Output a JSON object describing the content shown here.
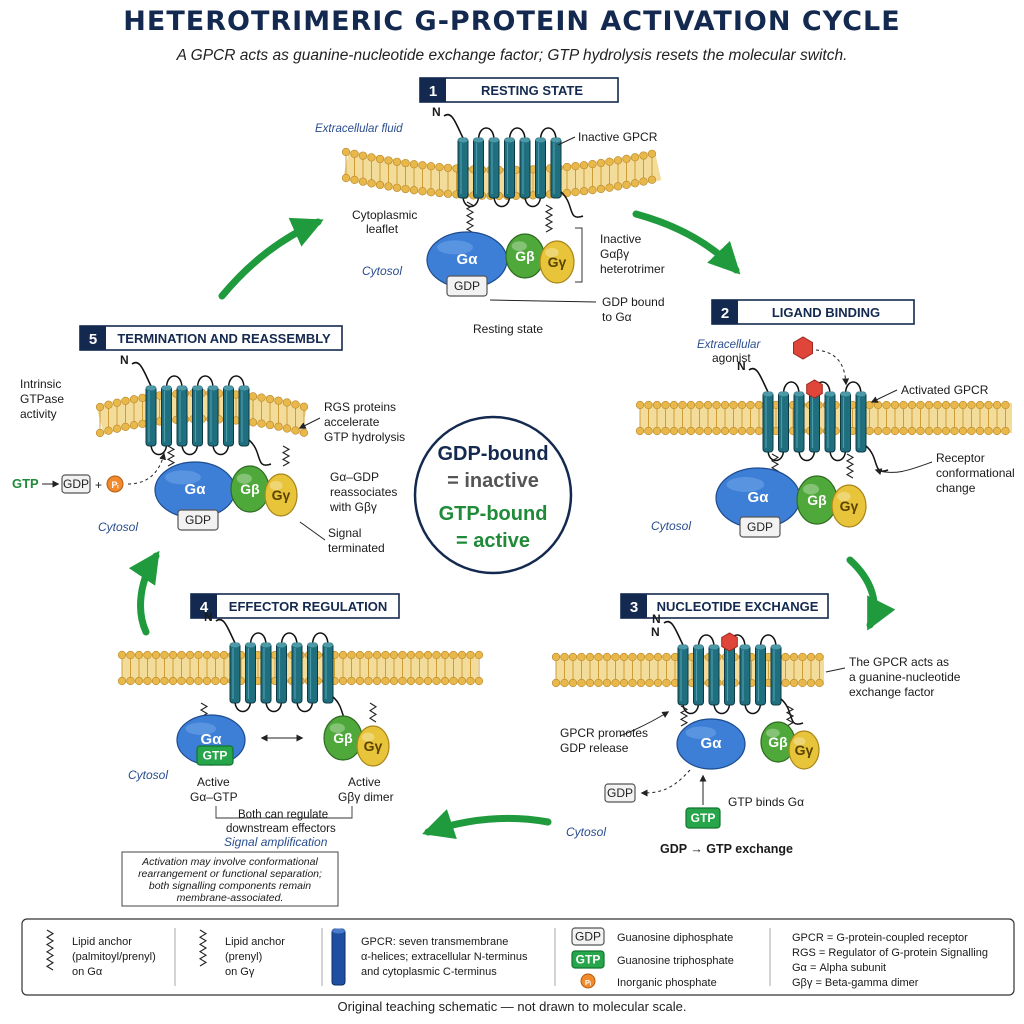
{
  "title": "HETEROTRIMERIC G-PROTEIN ACTIVATION CYCLE",
  "subtitle": "A GPCR acts as guanine-nucleotide exchange factor; GTP hydrolysis resets the molecular switch.",
  "footer": "Original teaching schematic — not drawn to molecular scale.",
  "colors": {
    "navy": "#14294f",
    "membrane": "#e9b84a",
    "helix": "#1f6f7f",
    "galpha": "#3d7ed6",
    "gbeta": "#4fa83a",
    "ggamma": "#e8c43a",
    "arrow": "#1f9a3c",
    "ligand": "#e0453a",
    "gtp": "#27a54a"
  },
  "center": {
    "line1": "GDP-bound",
    "line2": "= inactive",
    "line3": "GTP-bound",
    "line4": "= active"
  },
  "common": {
    "n_terminus": "N",
    "ga": "Gα",
    "gb": "Gβ",
    "gg": "Gγ",
    "gdp": "GDP",
    "gtp": "GTP",
    "pi": "Pᵢ",
    "cytosol": "Cytosol"
  },
  "stage1": {
    "num": "1",
    "title": "RESTING STATE",
    "extracellular": "Extracellular fluid",
    "inactive_gpcr": "Inactive GPCR",
    "cytoplasmic_leaflet_1": "Cytoplasmic",
    "cytoplasmic_leaflet_2": "leaflet",
    "heterotrimer_1": "Inactive",
    "heterotrimer_2": "Gαβγ",
    "heterotrimer_3": "heterotrimer",
    "gdp_bound_1": "GDP bound",
    "gdp_bound_2": "to Gα",
    "caption": "Resting state"
  },
  "stage2": {
    "num": "2",
    "title": "LIGAND BINDING",
    "agonist_1": "Extracellular",
    "agonist_2": "agonist",
    "activated_gpcr": "Activated GPCR",
    "receptor_1": "Receptor",
    "receptor_2": "conformational",
    "receptor_3": "change"
  },
  "stage3": {
    "num": "3",
    "title": "NUCLEOTIDE EXCHANGE",
    "gef_1": "The GPCR acts as",
    "gef_2": "a guanine-nucleotide",
    "gef_3": "exchange factor",
    "promotes_1": "GPCR promotes",
    "promotes_2": "GDP release",
    "gtp_binds": "GTP binds Gα",
    "exchange": "GDP → GTP exchange"
  },
  "stage4": {
    "num": "4",
    "title": "EFFECTOR REGULATION",
    "active_ga_1": "Active",
    "active_ga_2": "Gα–GTP",
    "active_gbg_1": "Active",
    "active_gbg_2": "Gβγ dimer",
    "both_1": "Both can regulate",
    "both_2": "downstream effectors",
    "amplification": "Signal amplification",
    "note_1": "Activation may involve conformational",
    "note_2": "rearrangement or functional separation;",
    "note_3": "both signalling components remain",
    "note_4": "membrane-associated."
  },
  "stage5": {
    "num": "5",
    "title": "TERMINATION AND REASSEMBLY",
    "intrinsic_1": "Intrinsic",
    "intrinsic_2": "GTPase",
    "intrinsic_3": "activity",
    "rgs_1": "RGS proteins",
    "rgs_2": "accelerate",
    "rgs_3": "GTP hydrolysis",
    "reassoc_1": "Gα–GDP",
    "reassoc_2": "reassociates",
    "reassoc_3": "with Gβγ",
    "terminated_1": "Signal",
    "terminated_2": "terminated",
    "gtp_label": "GTP"
  },
  "legend": {
    "anchor_ga_1": "Lipid anchor",
    "anchor_ga_2": "(palmitoyl/prenyl)",
    "anchor_ga_3": "on Gα",
    "anchor_gg_1": "Lipid anchor",
    "anchor_gg_2": "(prenyl)",
    "anchor_gg_3": "on Gγ",
    "gpcr_1": "GPCR: seven transmembrane",
    "gpcr_2": "α-helices; extracellular N-terminus",
    "gpcr_3": "and cytoplasmic C-terminus",
    "gdp_desc": "Guanosine diphosphate",
    "gtp_desc": "Guanosine triphosphate",
    "pi_desc": "Inorganic phosphate",
    "abbr_1": "GPCR = G-protein-coupled receptor",
    "abbr_2": "RGS = Regulator of G-protein Signalling",
    "abbr_3": "Gα = Alpha subunit",
    "abbr_4": "Gβγ = Beta-gamma dimer"
  }
}
